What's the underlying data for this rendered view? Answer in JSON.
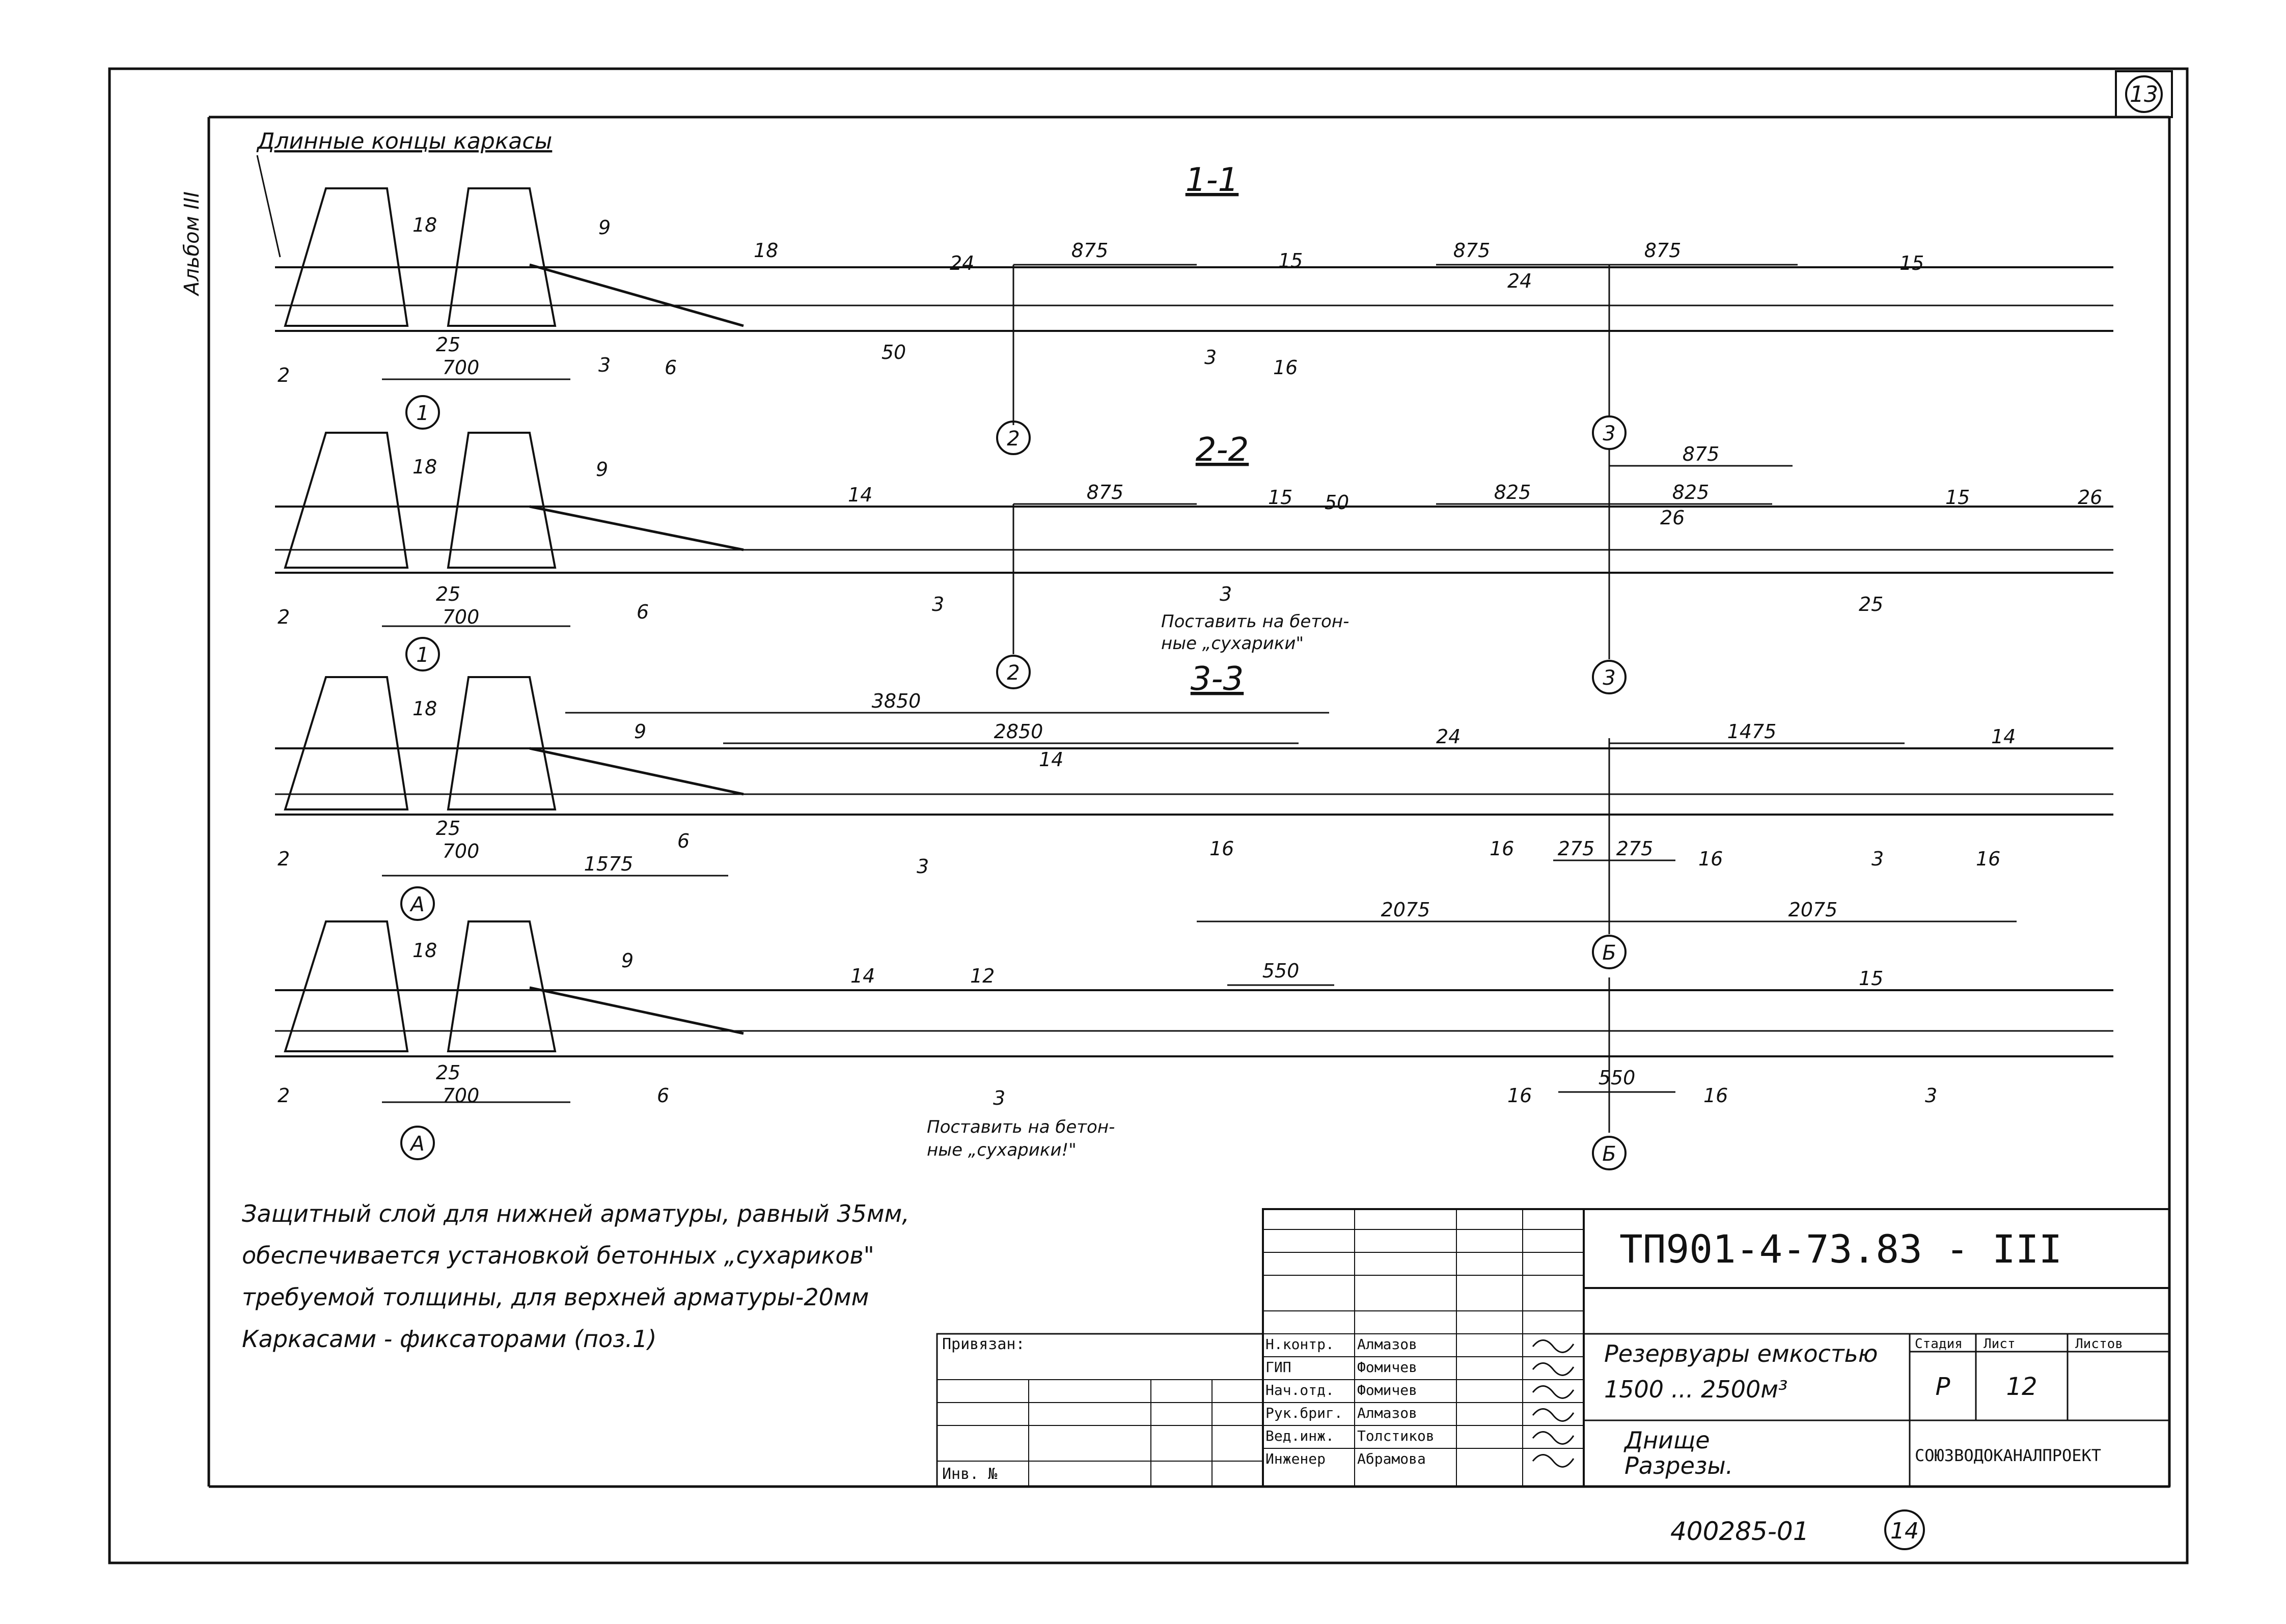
{
  "sheet": {
    "page_number": "13",
    "album_label": "Альбом III",
    "top_note": "Длинные концы каркасы",
    "designation": "ТП901-4-73.83 - III",
    "object_title_line1": "Резервуары емкостью",
    "object_title_line2": "1500 ... 2500м³",
    "drawing_title_line1": "Днище",
    "drawing_title_line2": "Разрезы.",
    "stage_header": "Стадия",
    "sheet_header": "Лист",
    "sheets_header": "Листов",
    "stage_value": "Р",
    "sheet_value": "12",
    "organization": "СОЮЗВОДОКАНАЛПРОЕКТ",
    "applied_label": "Привязан:",
    "inv_label": "Инв. №",
    "archive_number": "400285-01",
    "archive_sheet": "14",
    "roles": [
      {
        "role": "Н.контр.",
        "name": "Алмазов"
      },
      {
        "role": "ГИП",
        "name": "Фомичев"
      },
      {
        "role": "Нач.отд.",
        "name": "Фомичев"
      },
      {
        "role": "Рук.бриг.",
        "name": "Алмазов"
      },
      {
        "role": "Вед.инж.",
        "name": "Толстиков"
      },
      {
        "role": "Инженер",
        "name": "Абрамова"
      }
    ]
  },
  "notes": [
    "Защитный слой для нижней арматуры, равный 35мм,",
    "обеспечивается установкой бетонных „сухариков\"",
    "требуемой толщины, для верхней арматуры-20мм",
    "Каркасами - фиксаторами (поз.1)"
  ],
  "sections": [
    {
      "title": "1-1",
      "dims": [
        "700",
        "25",
        "875",
        "875",
        "875",
        "50"
      ],
      "marks": [
        "18",
        "9",
        "18",
        "24",
        "15",
        "24",
        "15",
        "2",
        "3",
        "6",
        "3",
        "16"
      ],
      "axes": [
        "1",
        "2",
        "3"
      ]
    },
    {
      "title": "2-2",
      "dims": [
        "700",
        "25",
        "875",
        "825",
        "825",
        "875",
        "50"
      ],
      "marks": [
        "18",
        "9",
        "14",
        "15",
        "26",
        "15",
        "26",
        "2",
        "6",
        "3",
        "3",
        "25"
      ],
      "axes": [
        "1",
        "2",
        "3"
      ],
      "note_line1": "Поставить на бетон-",
      "note_line2": "ные „сухарики\""
    },
    {
      "title": "3-3",
      "dims": [
        "3850",
        "2850",
        "1475",
        "700",
        "25",
        "1575",
        "275",
        "275",
        "2075",
        "2075"
      ],
      "marks": [
        "18",
        "9",
        "14",
        "24",
        "14",
        "2",
        "6",
        "3",
        "16",
        "16",
        "16",
        "3",
        "16"
      ],
      "axes": [
        "A",
        "Б"
      ]
    },
    {
      "title": "",
      "dims": [
        "550",
        "550",
        "700",
        "25"
      ],
      "marks": [
        "18",
        "9",
        "14",
        "12",
        "15",
        "2",
        "6",
        "3",
        "16",
        "16",
        "3"
      ],
      "axes": [
        "A",
        "Б"
      ],
      "note_line1": "Поставить на бетон-",
      "note_line2": "ные „сухарики!\""
    }
  ]
}
